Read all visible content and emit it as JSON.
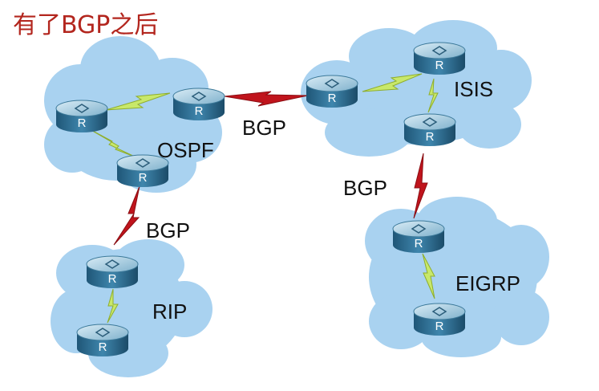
{
  "title": "有了BGP之后",
  "router_glyph": "R",
  "domains": {
    "ospf": "OSPF",
    "isis": "ISIS",
    "rip": "RIP",
    "eigrp": "EIGRP"
  },
  "links": {
    "bgp_ospf_isis": "BGP",
    "bgp_ospf_rip": "BGP",
    "bgp_isis_eigrp": "BGP"
  },
  "colors": {
    "cloud": "#a9d2f0",
    "igp_link": "#c8e86a",
    "bgp_link": "#c0141c",
    "router": "#2f6f93"
  }
}
